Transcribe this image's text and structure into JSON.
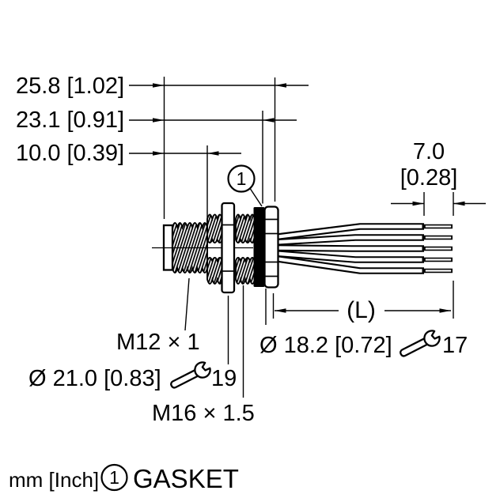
{
  "colors": {
    "ink": "#000000",
    "paper": "#ffffff"
  },
  "dim_labels": {
    "overall": "25.8 [1.02]",
    "to_gasket": "23.1 [0.91]",
    "front_thread": "10.0 [0.39]",
    "strip_mm": "7.0",
    "strip_inch": "[0.28]",
    "cable_length": "(L)"
  },
  "callouts": {
    "front_thread_spec": "M12 × 1",
    "nut_diameter": "Ø 21.0 [0.83]",
    "nut_wrench": "19",
    "mount_thread_spec": "M16 × 1.5",
    "body_diameter": "Ø 18.2 [0.72]",
    "body_wrench": "17",
    "balloon": "1"
  },
  "legend": {
    "units": "mm [Inch]",
    "balloon": "1",
    "balloon_label": "GASKET"
  },
  "icons": {
    "wrench": "open-end-wrench-icon",
    "balloon": "circled-number-callout"
  }
}
